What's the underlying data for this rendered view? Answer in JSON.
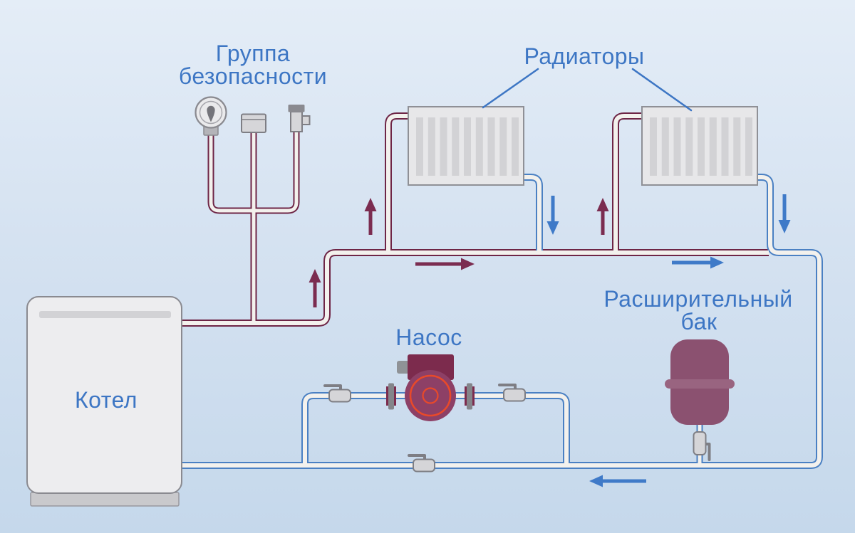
{
  "diagram": {
    "title_implied": "Схема системы отопления",
    "labels": {
      "safety_group_line1": "Группа",
      "safety_group_line2": "безопасности",
      "radiators": "Радиаторы",
      "boiler": "Котел",
      "pump": "Насос",
      "expansion_tank_line1": "Расширительный",
      "expansion_tank_line2": "бак"
    },
    "components": {
      "boiler": "Котел",
      "safety_group_items": [
        "pressure-gauge",
        "air-vent",
        "safety-relief-valve"
      ],
      "radiator_count": 2,
      "shutoff_valve_count": 4,
      "pump": "циркуляционный насос",
      "expansion_tank": "расширительный бак"
    },
    "flow": {
      "supply_direction": "boiler → up → right along trunk → radiators",
      "return_direction": "radiators → down → right → bottom line → left → pump → boiler"
    },
    "colors": {
      "background_top": "#e4edf7",
      "background_bottom": "#c5d8eb",
      "label_blue": "#3d76c4",
      "supply_pipe": "#6e2546",
      "return_pipe": "#4a80c3",
      "pipe_core": "#f3f1ed",
      "arrow_supply": "#7b2c50",
      "arrow_return": "#3f7ac8",
      "pump_dark": "#7c2b4d",
      "pump_body": "#8d4066",
      "pump_ring": "#e8492a",
      "tank_body": "#8b5170",
      "tank_band": "#996480"
    }
  }
}
